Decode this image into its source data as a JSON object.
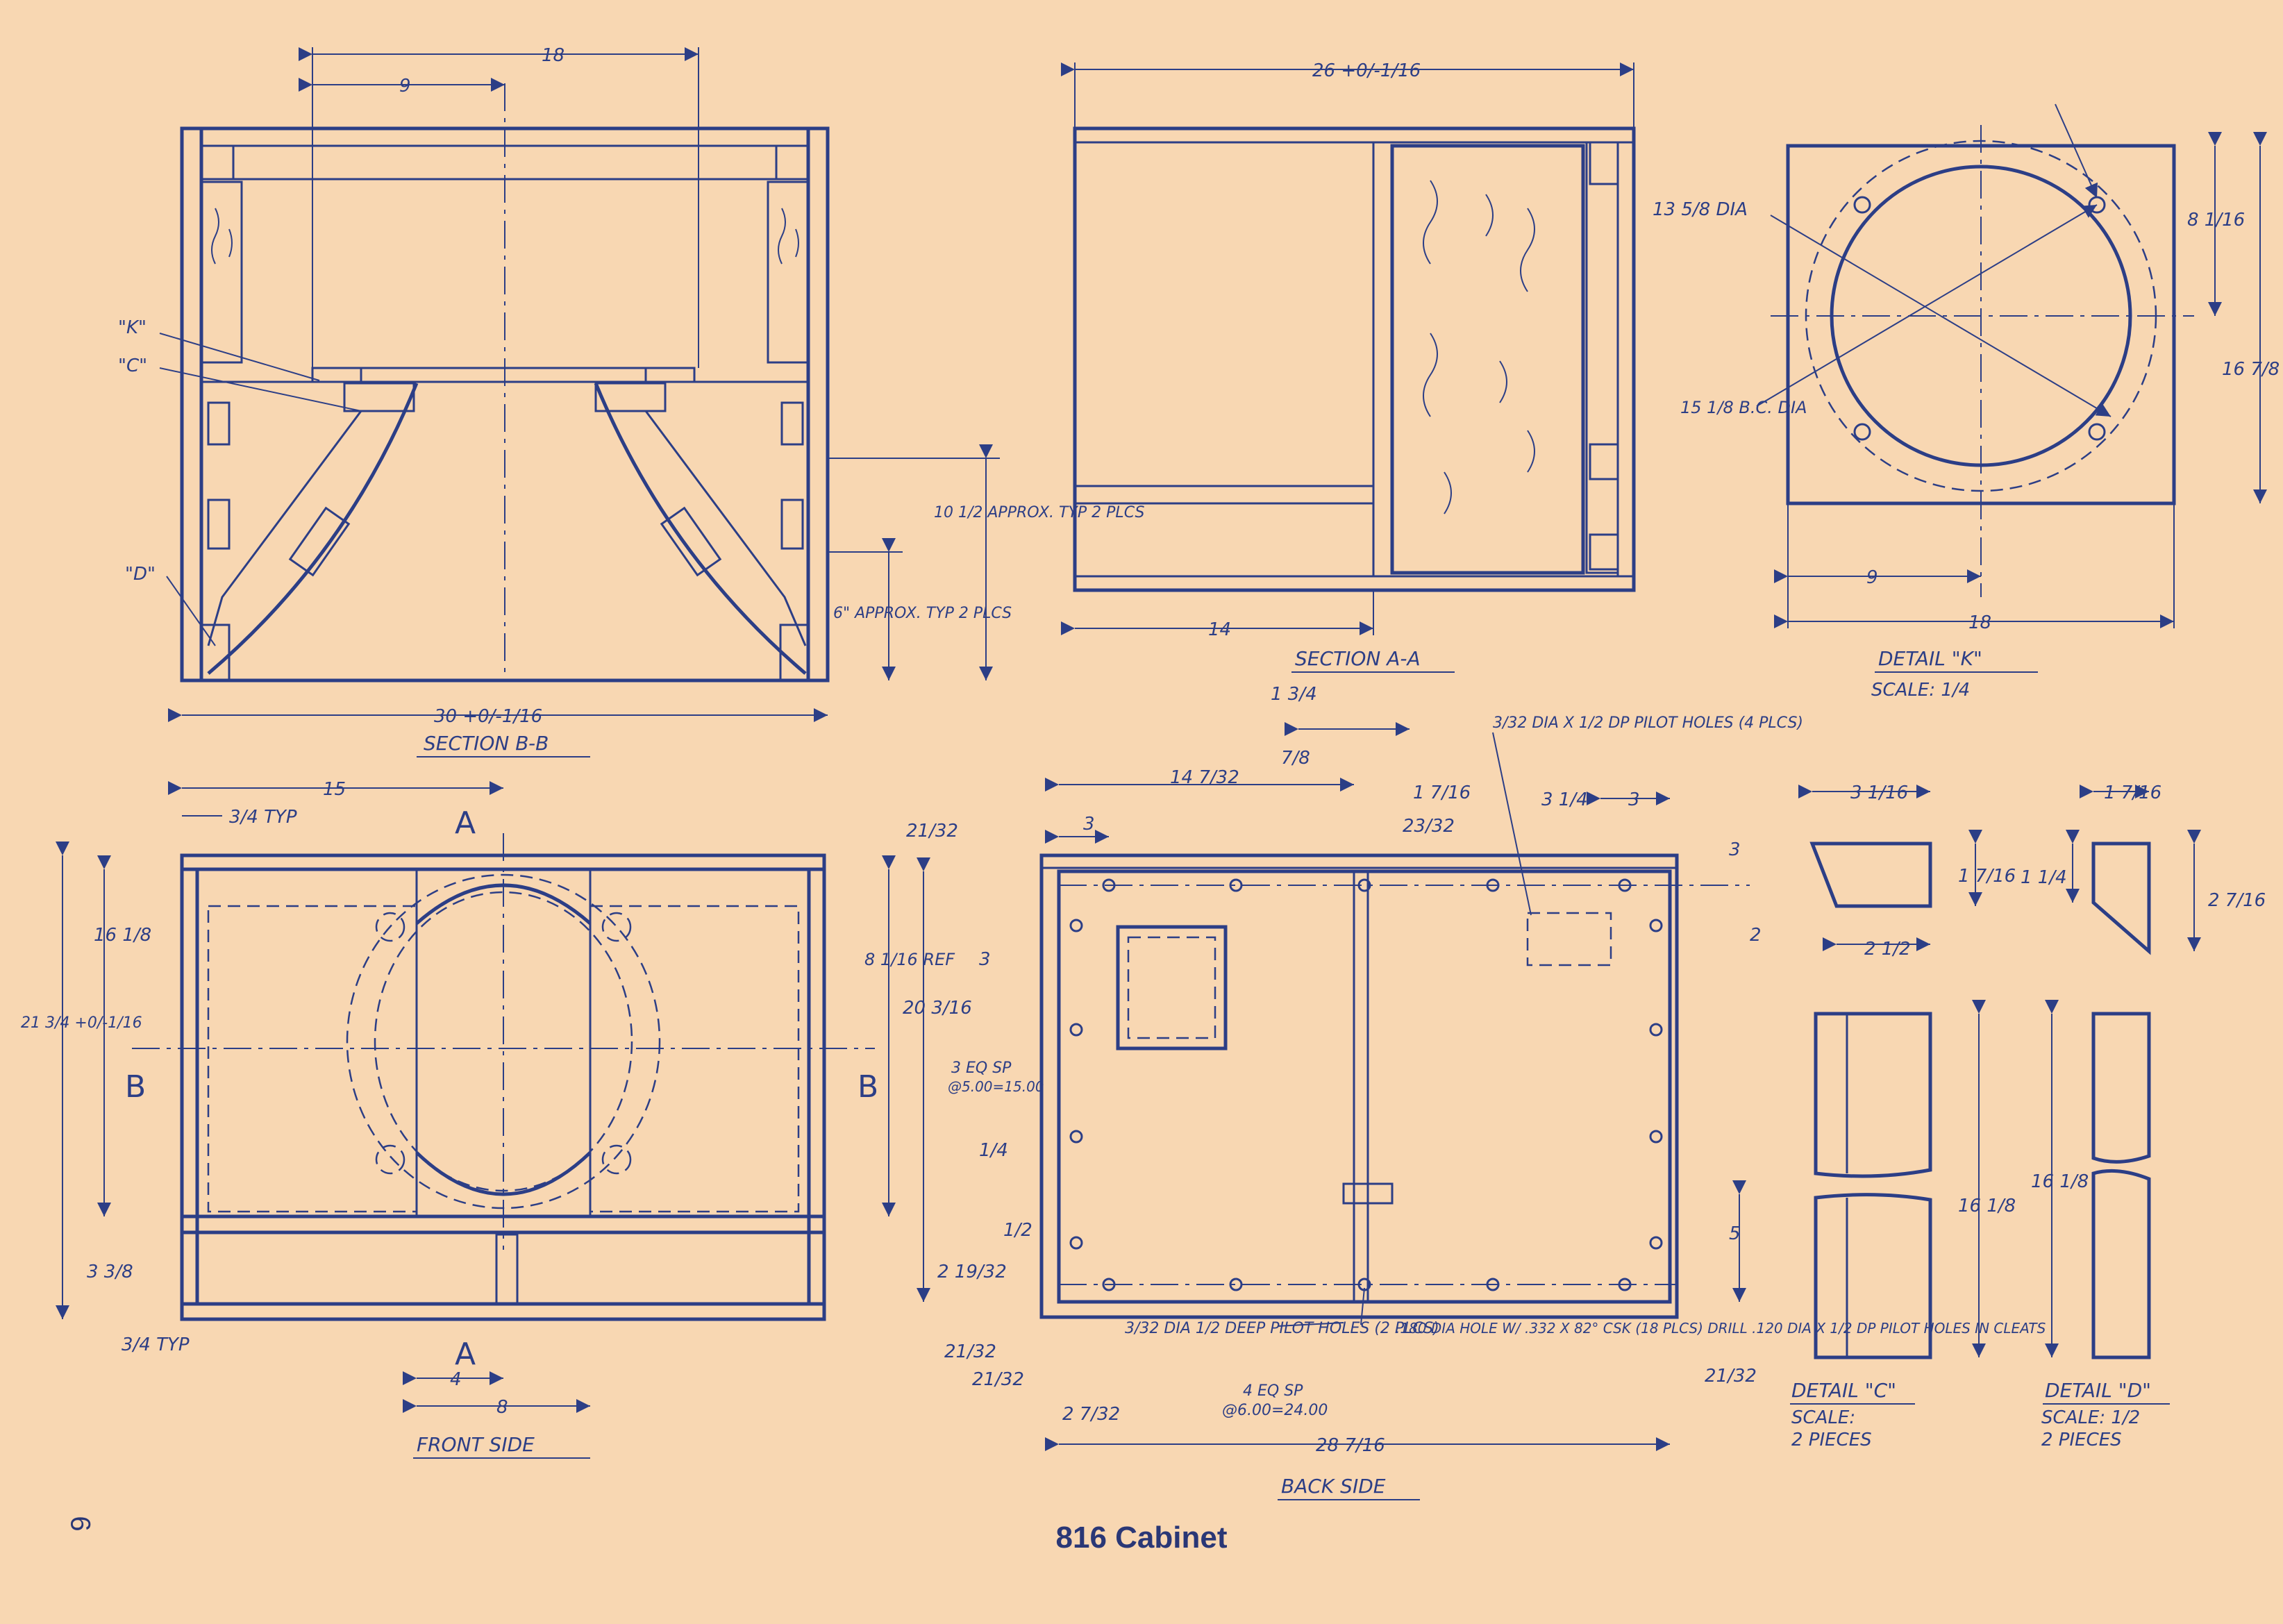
{
  "page": {
    "number": "6",
    "caption": "816 Cabinet"
  },
  "section_bb": {
    "title": "SECTION B-B",
    "dims": {
      "width_top": "18",
      "half": "9",
      "width_bottom": "30 +0/-1/16",
      "h1": "10 1/2 APPROX. TYP 2 PLCS",
      "h2": "6\" APPROX. TYP 2 PLCS"
    },
    "callouts": [
      "\"K\"",
      "\"C\"",
      "\"D\""
    ]
  },
  "section_aa": {
    "title": "SECTION A-A",
    "dims": {
      "width": "26 +0/-1/16",
      "depth": "14"
    }
  },
  "detail_k": {
    "title": "DETAIL \"K\"",
    "scale": "SCALE: 1/4",
    "dims": {
      "dia": "13 5/8 DIA",
      "bc": "15 1/8 B.C. DIA",
      "half_w": "9",
      "w": "18",
      "half_h": "8 1/16",
      "h": "16 7/8"
    }
  },
  "front_side": {
    "title": "FRONT SIDE",
    "dims": {
      "w15": "15",
      "typ_top": "3/4 TYP",
      "h16": "16 1/8",
      "h21": "21 3/4 +0/-1/16",
      "h3": "3 3/8",
      "typ_bot": "3/4 TYP",
      "w4": "4",
      "w8": "8",
      "ref": "8 1/16 REF"
    },
    "markers": {
      "a": "A",
      "b": "B"
    }
  },
  "back_side": {
    "title": "BACK SIDE",
    "dims": {
      "d14": "14 7/32",
      "d134": "1 3/4",
      "d78": "7/8",
      "d1716": "1 7/16",
      "d2332": "23/32",
      "d2132a": "21/32",
      "d3a": "3",
      "d3b": "3",
      "d314": "3 1/4",
      "d3c": "3",
      "d2": "2",
      "d2016": "20 3/16",
      "d3": "3",
      "eq": "3 EQ SP",
      "eqv": "@5.00=15.00",
      "d14b": "1/4",
      "d12": "1/2",
      "d21932": "2 19/32",
      "d2132b": "21/32",
      "d2132c": "21/32",
      "d2132d": "21/32",
      "d5": "5",
      "d2732": "2 7/32",
      "eq4": "4 EQ SP",
      "eq4v": "@6.00=24.00",
      "d28": "28 7/16"
    },
    "notes": {
      "pilot_top": "3/32 DIA X 1/2 DP PILOT HOLES (4 PLCS)",
      "pilot_bottom": "3/32 DIA 1/2 DEEP PILOT HOLES (2 PLCS)",
      "hole": ".180 DIA HOLE W/ .332 X 82° CSK (18 PLCS) DRILL .120 DIA X 1/2 DP PILOT HOLES IN CLEATS"
    }
  },
  "detail_c": {
    "title": "DETAIL \"C\"",
    "scale": "SCALE:",
    "pieces": "2 PIECES",
    "dims": {
      "top": "3 1/16",
      "side": "1 7/16",
      "bottom": "2 1/2",
      "len": "16 1/8"
    }
  },
  "detail_d": {
    "title": "DETAIL \"D\"",
    "scale": "SCALE: 1/2",
    "pieces": "2 PIECES",
    "dims": {
      "top": "1 7/16",
      "left": "1 1/4",
      "right": "2 7/16",
      "len": "16 1/8"
    }
  }
}
